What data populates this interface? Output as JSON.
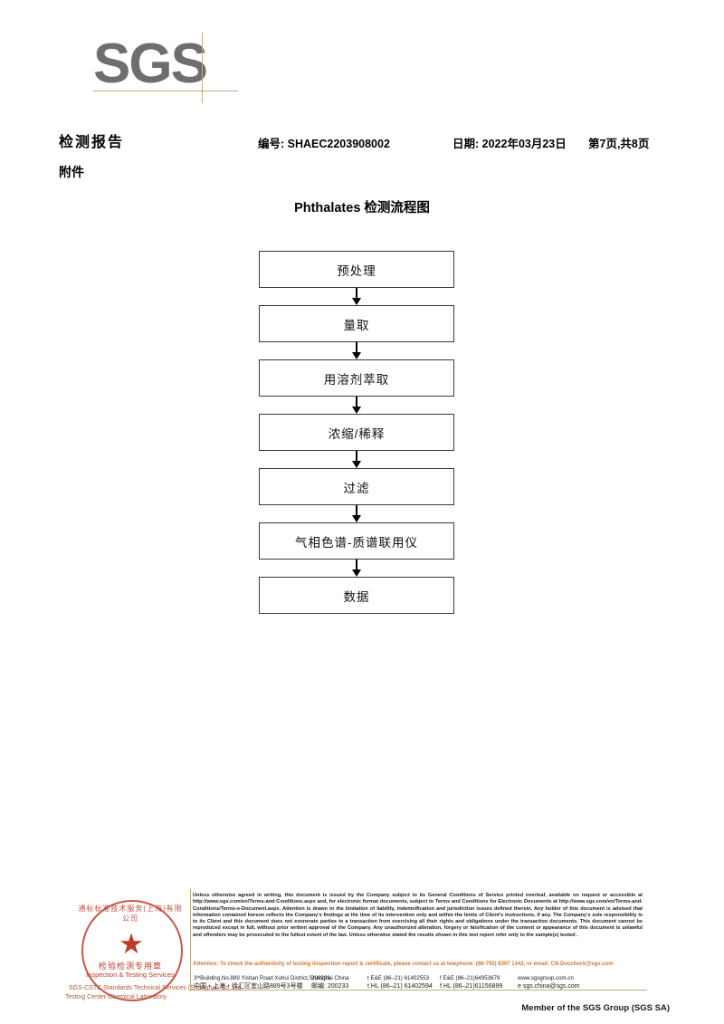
{
  "brand": {
    "logo_text": "SGS"
  },
  "header": {
    "report_title": "检测报告",
    "subtitle": "附件",
    "report_no": "编号: SHAEC2203908002",
    "date": "日期: 2022年03月23日",
    "page_info": "第7页,共8页"
  },
  "flowchart": {
    "title": "Phthalates 检测流程图",
    "steps": [
      {
        "label": "预处理"
      },
      {
        "label": "量取"
      },
      {
        "label": "用溶剂萃取"
      },
      {
        "label": "浓缩/稀释"
      },
      {
        "label": "过滤"
      },
      {
        "label": "气相色谱-质谱联用仪"
      },
      {
        "label": "数据"
      }
    ]
  },
  "seal": {
    "arc_top": "通标标准技术服务(上海)有限公司",
    "cn_line": "检验检测专用章",
    "en_line": "Inspection & Testing Services",
    "under_line1": "SGS-CSTC Standards Technical Services (Shanghai) Co.,Ltd.",
    "under_line2": "Testing Center-Chemical Laboratory",
    "star_glyph": "★"
  },
  "footer": {
    "legal_text": "Unless otherwise agreed in writing, this document is issued by the Company subject to its General Conditions of Service printed overleaf, available on request or accessible at http://www.sgs.com/en/Terms-and-Conditions.aspx and, for electronic format documents, subject to Terms and Conditions for Electronic Documents at http://www.sgs.com/en/Terms-and-Conditions/Terms-e-Document.aspx. Attention is drawn to the limitation of liability, indemnification and jurisdiction issues defined therein. Any holder of this document is advised that information contained hereon reflects the Company's findings at the time of its intervention only and within the limits of Client's instructions, if any. The Company's sole responsibility is to its Client and this document does not exonerate parties to a transaction from exercising all their rights and obligations under the transaction documents. This document cannot be reproduced except in full, without prior written approval of the Company. Any unauthorized alteration, forgery or falsification of the content or appearance of this document is unlawful and offenders may be prosecuted to the fullest extent of the law. Unless otherwise stated the results shown in this test report refer only to the sample(s) tested .",
    "attention_text": "Attention: To check the authenticity of testing /inspection report & certificate, please contact us at telephone: (86-755) 8307 1443, or email: CN.Doccheck@sgs.com",
    "address_en": "3ᵗʰBuilding,No.889 Yishan Road Xuhui District,Shanghai China",
    "address_cn": "中国・上海・徐汇区宜山路889号3号楼",
    "postcode_en": "200233",
    "postcode_cn": "邮编: 200233",
    "tel1": "t E&E (86–21) 61402553",
    "tel2": "f E&E (86–21)64953679",
    "tel3": "t HL (86–21) 61402594",
    "tel4": "f HL (86–21)61156899",
    "website": "www.sgsgroup.com.cn",
    "email": "e  sgs.china@sgs.com",
    "member_line": "Member of the SGS Group (SGS SA)"
  },
  "colors": {
    "logo_gray": "#6e6e6e",
    "rule_tan": "#c8a882",
    "seal_red": "#c0392b",
    "attention_orange": "#d4762a"
  }
}
